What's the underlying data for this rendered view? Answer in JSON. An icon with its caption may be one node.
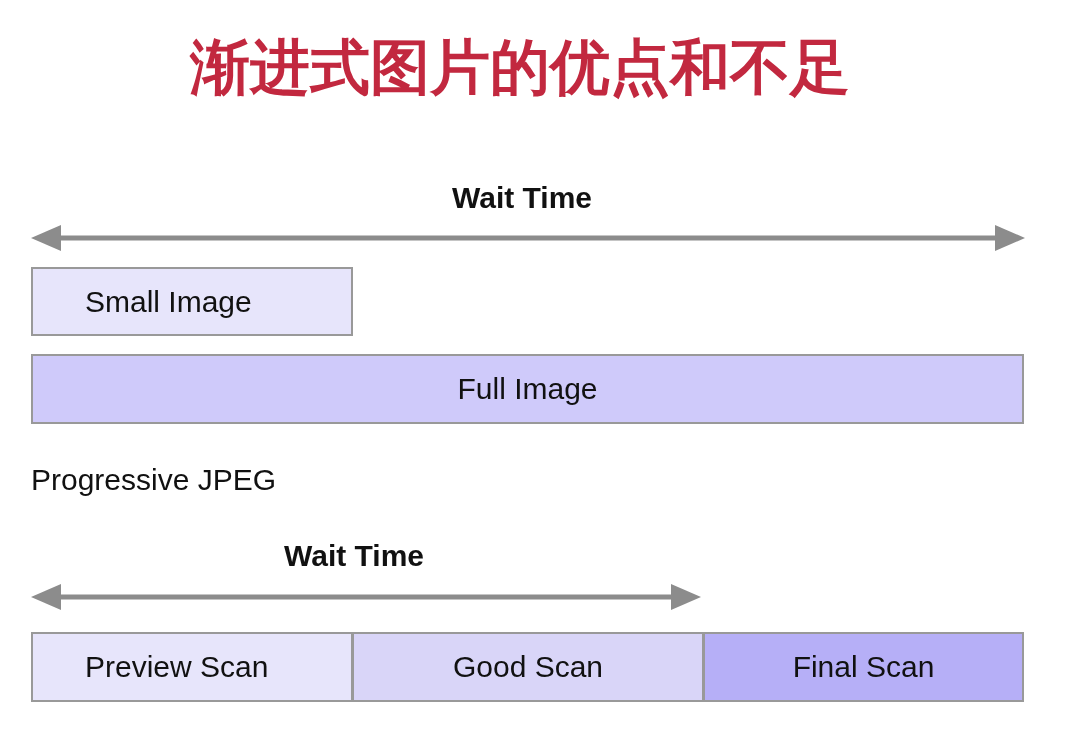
{
  "diagram": {
    "title": "渐进式图片的优点和不足",
    "nodes": [
      {
        "text": [
          "Small Image"
        ]
      },
      {
        "text": [
          "Full Image"
        ]
      },
      {
        "text": [
          "Preview Scan"
        ]
      },
      {
        "text": [
          "Good Scan"
        ]
      },
      {
        "text": [
          "Final Scan"
        ]
      }
    ],
    "labels": [
      "Wait Time",
      "Progressive JPEG",
      "Wait Time"
    ]
  }
}
